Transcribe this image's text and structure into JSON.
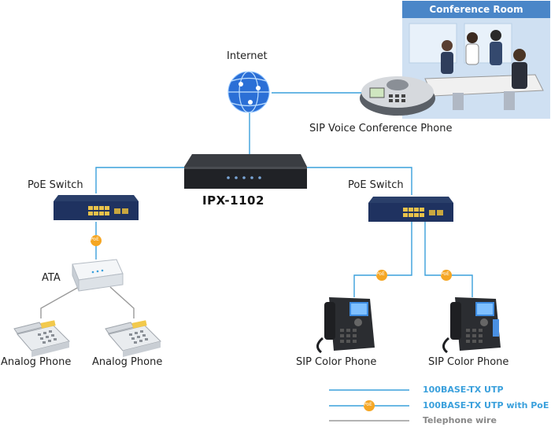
{
  "labels": {
    "internet": "Internet",
    "conference_room": "Conference Room",
    "sip_voice_conference_phone": "SIP Voice Conference Phone",
    "ipx": "IPX-1102",
    "poe_switch_left": "PoE Switch",
    "poe_switch_right": "PoE Switch",
    "ata": "ATA",
    "analog_phone_1": "Analog Phone",
    "analog_phone_2": "Analog Phone",
    "sip_color_phone_1": "SIP Color Phone",
    "sip_color_phone_2": "SIP Color Phone",
    "poe_badge": "PoE"
  },
  "legend": {
    "utp": "100BASE-TX UTP",
    "utp_poe": "100BASE-TX UTP with PoE",
    "telephone": "Telephone wire"
  },
  "colors": {
    "utp_line": "#3aa0dc",
    "tel_line": "#9a9a9a",
    "poe_badge": "#f5a623",
    "conference_header": "#4a86c8"
  }
}
